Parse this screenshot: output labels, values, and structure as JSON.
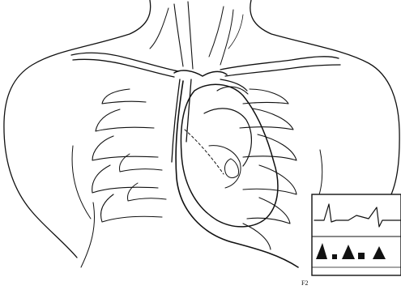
{
  "figure": {
    "label": "F2",
    "parts": [
      "neck",
      "clavicles",
      "superior-vena-cava",
      "rib-cage",
      "heart",
      "pacing-lead",
      "pulse-generator",
      "ecg-rhythm-strip"
    ]
  }
}
